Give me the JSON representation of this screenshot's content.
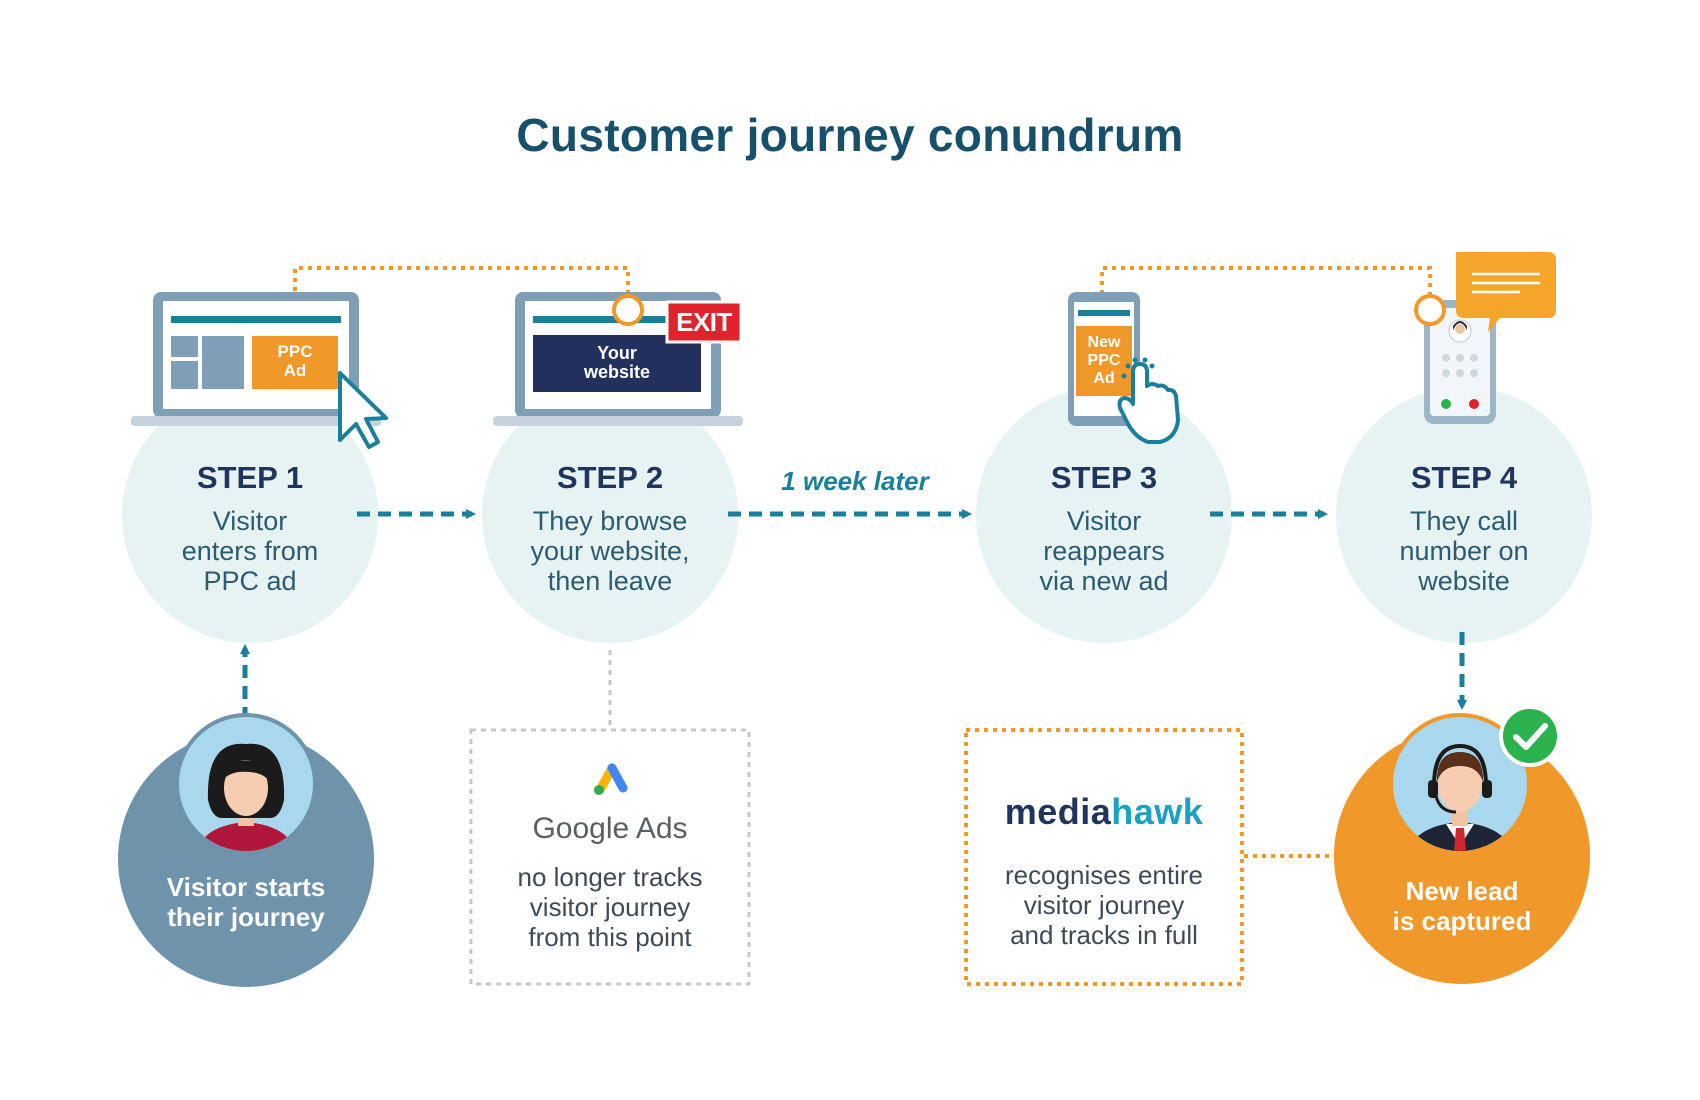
{
  "title": "Customer journey conundrum",
  "steps": [
    {
      "heading": "STEP 1",
      "lines": [
        "Visitor",
        "enters from",
        "PPC ad"
      ]
    },
    {
      "heading": "STEP 2",
      "lines": [
        "They browse",
        "your website,",
        "then leave"
      ]
    },
    {
      "heading": "STEP 3",
      "lines": [
        "Visitor",
        "reappears",
        "via new ad"
      ]
    },
    {
      "heading": "STEP 4",
      "lines": [
        "They call",
        "number on",
        "website"
      ]
    }
  ],
  "delay_label": "1 week later",
  "laptop1": {
    "ad_lines": [
      "PPC",
      "Ad"
    ]
  },
  "laptop2": {
    "site_lines": [
      "Your",
      "website"
    ],
    "exit_sign": "EXIT"
  },
  "phone1": {
    "ad_lines": [
      "New",
      "PPC",
      "Ad"
    ]
  },
  "visitor_start": {
    "lines": [
      "Visitor starts",
      "their journey"
    ]
  },
  "google_box": {
    "brand": "Google Ads",
    "lines": [
      "no longer tracks",
      "visitor journey",
      "from this point"
    ]
  },
  "mediahawk_box": {
    "brand_part1": "media",
    "brand_part2": "hawk",
    "lines": [
      "recognises entire",
      "visitor journey",
      "and tracks in full"
    ]
  },
  "lead": {
    "lines": [
      "New lead",
      "is captured"
    ]
  },
  "colors": {
    "title": "#17506a",
    "heading": "#20355e",
    "teal": "#1a7f9a",
    "circle": "#e7f2f3",
    "orange": "#f0982a",
    "slate": "#6f93ab",
    "navy": "#20355e",
    "green": "#2bb24c"
  }
}
